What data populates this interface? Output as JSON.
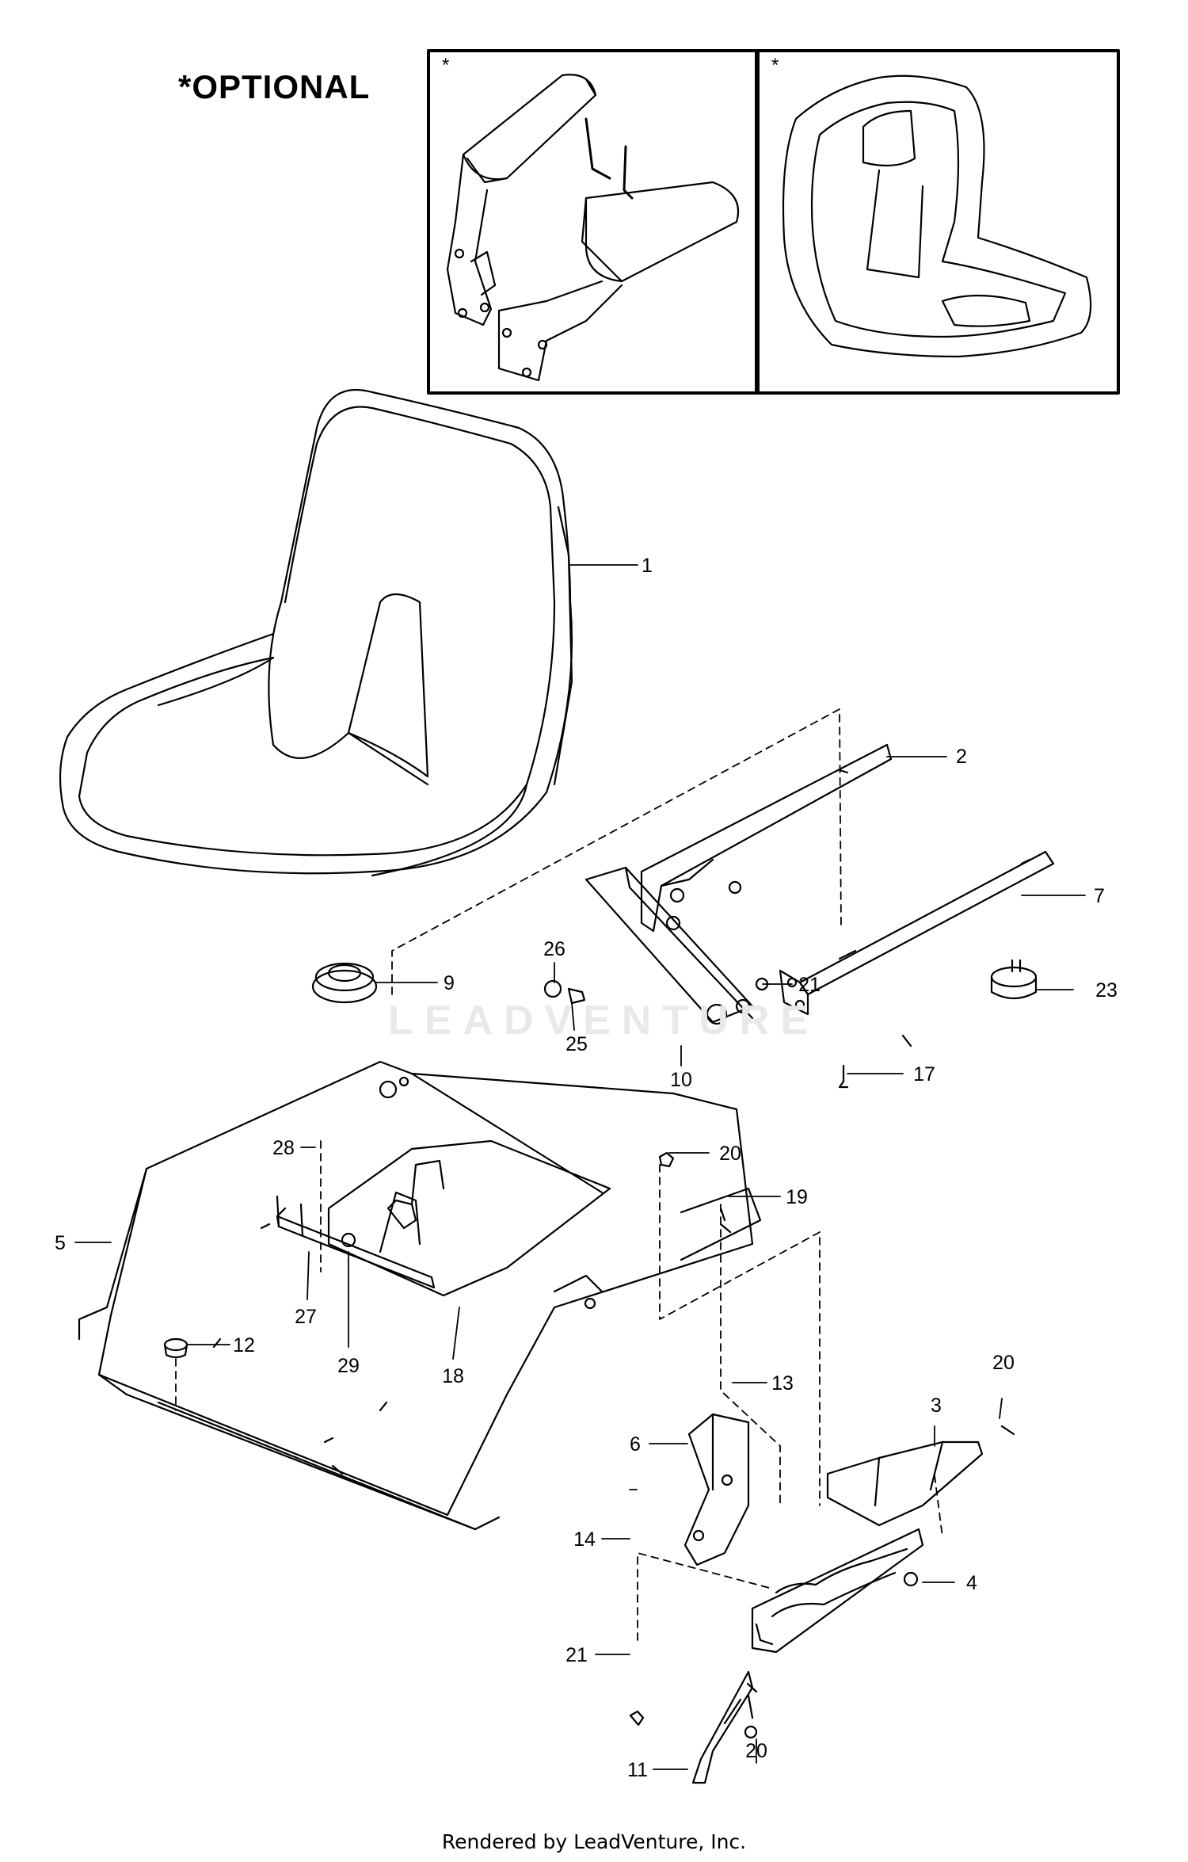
{
  "header": {
    "optional_label": "*OPTIONAL"
  },
  "optional_boxes": [
    {
      "marker": "*",
      "content": "armrest kit"
    },
    {
      "marker": "*",
      "content": "high-back seat"
    }
  ],
  "callouts": [
    {
      "num": "1"
    },
    {
      "num": "2"
    },
    {
      "num": "7"
    },
    {
      "num": "9"
    },
    {
      "num": "26"
    },
    {
      "num": "21"
    },
    {
      "num": "23"
    },
    {
      "num": "25"
    },
    {
      "num": "10"
    },
    {
      "num": "17"
    },
    {
      "num": "28"
    },
    {
      "num": "20"
    },
    {
      "num": "19"
    },
    {
      "num": "5"
    },
    {
      "num": "27"
    },
    {
      "num": "29"
    },
    {
      "num": "18"
    },
    {
      "num": "12"
    },
    {
      "num": "13"
    },
    {
      "num": "3"
    },
    {
      "num": "20"
    },
    {
      "num": "6"
    },
    {
      "num": "14"
    },
    {
      "num": "4"
    },
    {
      "num": "21"
    },
    {
      "num": "11"
    },
    {
      "num": "20"
    }
  ],
  "watermark": "LEADVENTURE",
  "footer": {
    "credit": "Rendered by LeadVenture, Inc."
  },
  "colors": {
    "line": "#000000",
    "watermark": "#e9e9e9"
  }
}
